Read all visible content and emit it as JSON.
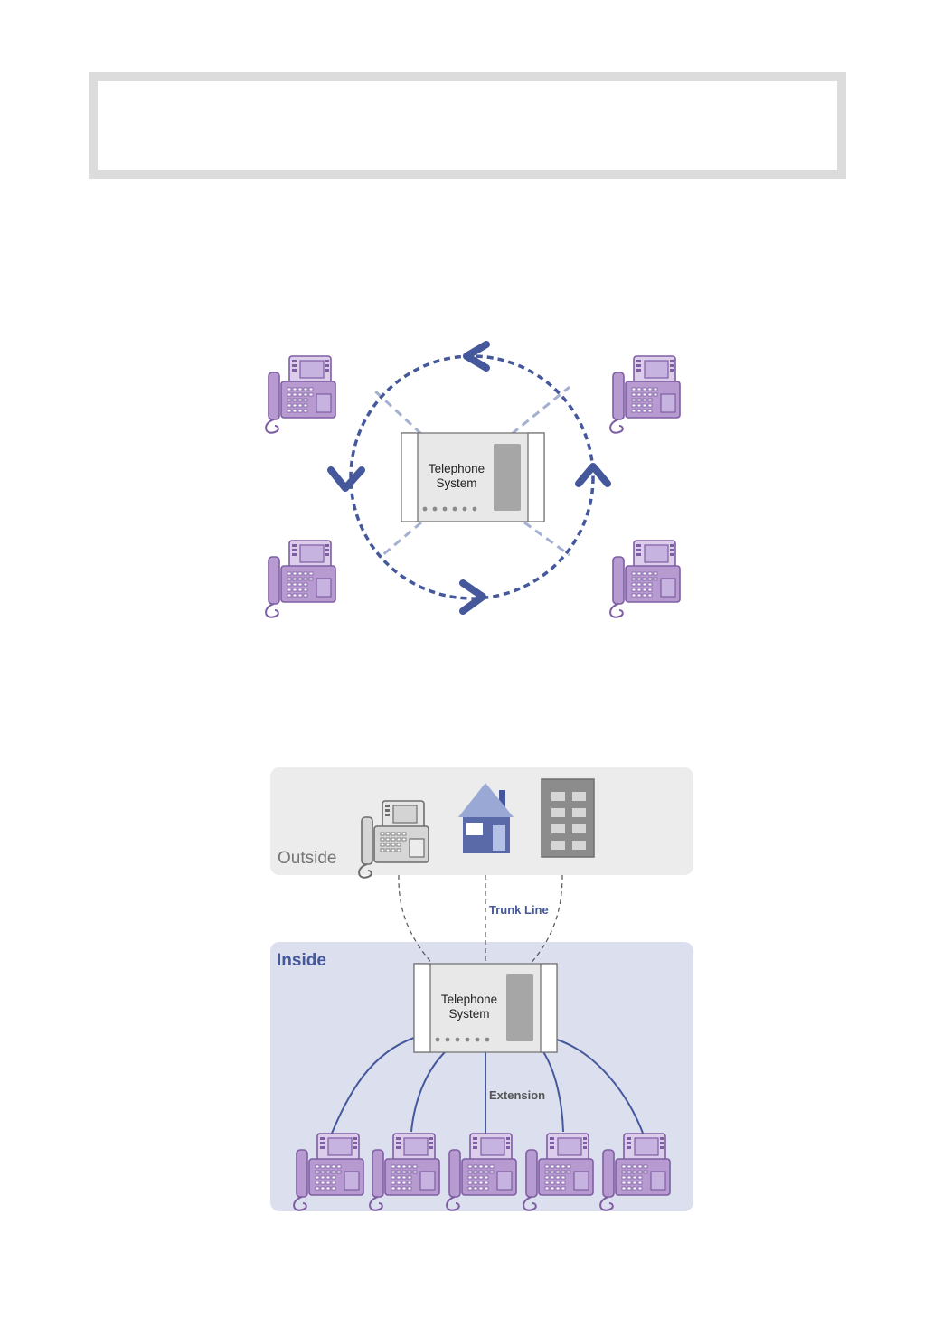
{
  "colors": {
    "phone_body": "#b79bd0",
    "phone_dark": "#7e5ea3",
    "phone_light": "#dccdeb",
    "arrow_blue": "#44589b",
    "dash_light": "#a4b0cf",
    "outside_bg": "#ececec",
    "inside_bg": "#dcdfee",
    "outside_label": "#767676",
    "inside_label": "#44589b",
    "extension_label": "#555555",
    "house_roof": "#9aa8d6",
    "house_body": "#5a6aa8",
    "building": "#8c8c8c"
  },
  "diagram1": {
    "system": {
      "line1": "Telephone",
      "line2": "System"
    },
    "phones": [
      "telephone-icon",
      "telephone-icon",
      "telephone-icon",
      "telephone-icon"
    ]
  },
  "diagram2": {
    "outside": {
      "label": "Outside",
      "icons": [
        "telephone-icon",
        "house-icon",
        "office-building-icon"
      ]
    },
    "trunk_line_label": "Trunk Line",
    "inside": {
      "label": "Inside"
    },
    "system": {
      "line1": "Telephone",
      "line2": "System"
    },
    "extension_label": "Extension",
    "extension_phones": [
      "telephone-icon",
      "telephone-icon",
      "telephone-icon",
      "telephone-icon",
      "telephone-icon"
    ]
  }
}
